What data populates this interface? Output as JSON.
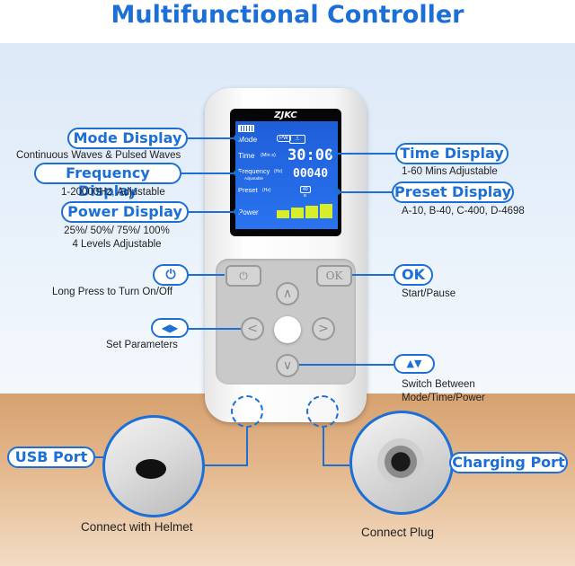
{
  "title": "Multifunctional Controller",
  "labels": {
    "mode_display": "Mode Display",
    "mode_desc": "Continuous Waves & Pulsed Waves",
    "frequency_display": "Frequency Display",
    "frequency_desc": "1-20000Hz, Adjustable",
    "power_display": "Power Display",
    "power_desc_1": "25%/ 50%/ 75%/ 100%",
    "power_desc_2": "4 Levels Adjustable",
    "time_display": "Time Display",
    "time_desc": "1-60 Mins Adjustable",
    "preset_display": "Preset Display",
    "preset_desc": "A-10, B-40, C-400, D-4698",
    "power_button_desc": "Long Press to Turn On/Off",
    "ok_label": "OK",
    "ok_desc": "Start/Pause",
    "set_params_desc": "Set Parameters",
    "switch_desc_1": "Switch Between",
    "switch_desc_2": "Mode/Time/Power",
    "usb_port": "USB Port",
    "usb_desc": "Connect with Helmet",
    "charging_port": "Charging Port",
    "charging_desc": "Connect Plug"
  },
  "device": {
    "brand": "ZJKC",
    "lcd": {
      "mode_label": "Mode",
      "wave_badge": "PW",
      "time_label": "Time",
      "time_unit": "(Min s)",
      "time_value": "30:00",
      "freq_label": "Frequency",
      "freq_unit": "(Hz)",
      "freq_sub": "Adjustable",
      "freq_value": "00040",
      "preset_label": "Preset",
      "preset_unit": "(Hz)",
      "preset_badge": "40",
      "preset_sub": "B",
      "power_label": "Power",
      "power_level_fraction": 1.0,
      "power_segments": 4
    },
    "keys": {
      "ok_key": "OK"
    }
  },
  "colors": {
    "accent": "#1b6fd6",
    "lcd_bg": "#2a73f0",
    "power_bar": "#d8ee2a"
  },
  "icons": {
    "power": "power-icon",
    "left_right": "left-right-arrows-icon",
    "up_down": "up-down-arrows-icon"
  }
}
